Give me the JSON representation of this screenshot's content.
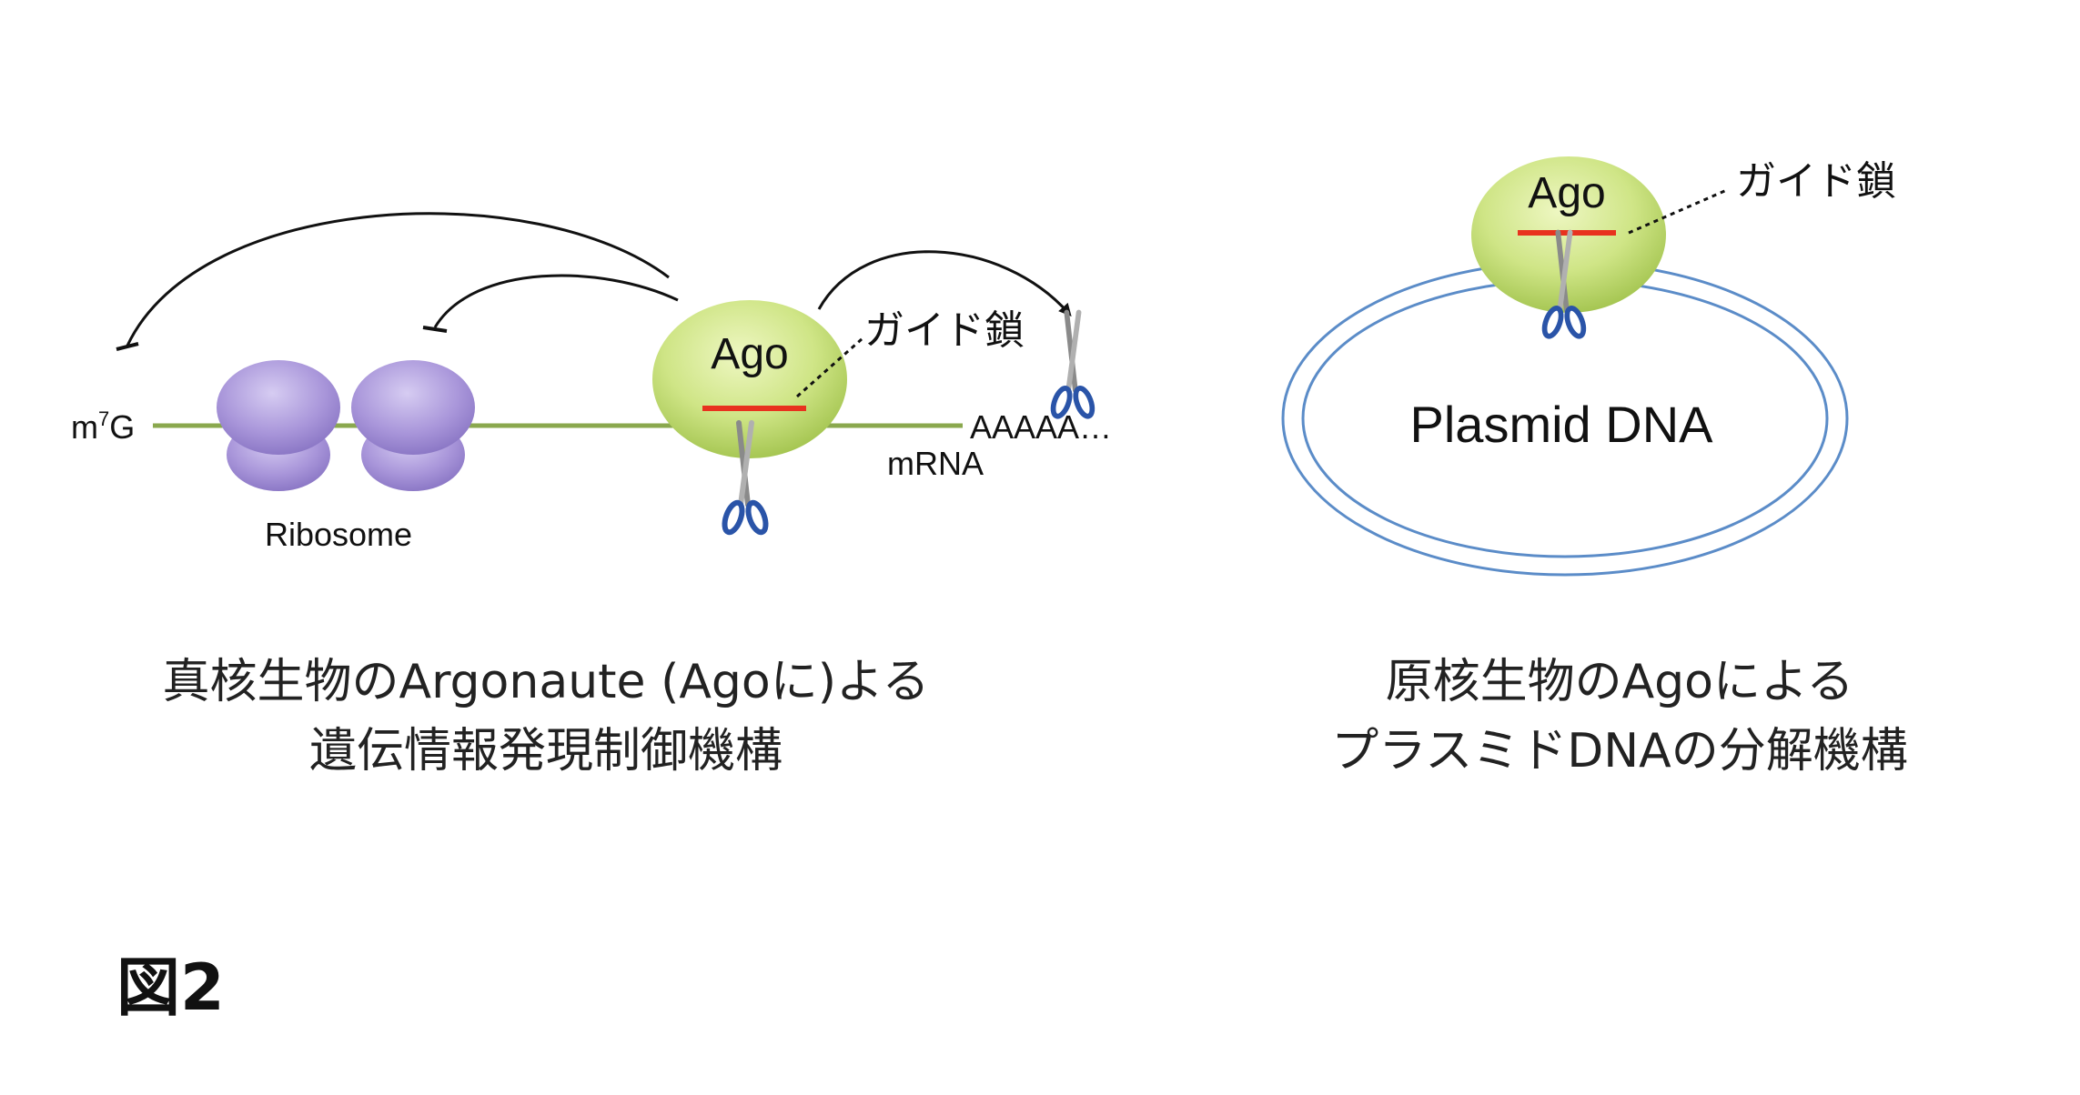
{
  "left_diagram": {
    "cap_label": "m",
    "cap_superscript": "7",
    "cap_label_tail": "G",
    "ribosome_label": "Ribosome",
    "ago_label": "Ago",
    "guide_label": "ガイド鎖",
    "polyA_label": "AAAAA…",
    "mrna_label": "mRNA",
    "caption_line1": "真核生物のArgonaute (Agoに)よる",
    "caption_line2": "遺伝情報発現制御機構"
  },
  "right_diagram": {
    "ago_label": "Ago",
    "guide_label": "ガイド鎖",
    "plasmid_label": "Plasmid DNA",
    "caption_line1": "原核生物のAgoによる",
    "caption_line2": "プラスミドDNAの分解機構"
  },
  "figure_number": "図2",
  "colors": {
    "ago_fill": "#c8e07a",
    "ribosome_fill": "#a592d6",
    "mrna_line": "#8aa84e",
    "guide_strand": "#e8321e",
    "plasmid_ring": "#5b8cc8",
    "scissors_handle": "#2a54a8"
  }
}
